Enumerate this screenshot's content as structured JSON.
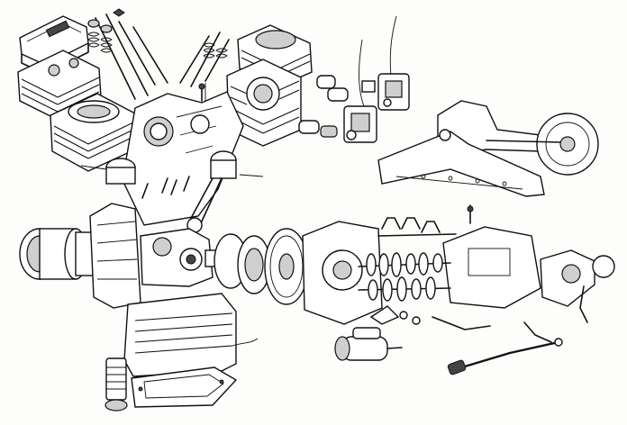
{
  "diagram": {
    "kind": "exploded-engine-drawing",
    "line_color": "#111111",
    "paper_color": "#fdfdfb",
    "parts": [
      {
        "id": "valve-cover-left",
        "icon": "valve-cover-icon"
      },
      {
        "id": "cylinder-head-left",
        "icon": "cylinder-head-icon"
      },
      {
        "id": "cylinder-barrel-left",
        "icon": "cylinder-icon"
      },
      {
        "id": "valve-train-left",
        "icon": "valve-icon"
      },
      {
        "id": "valve-train-right",
        "icon": "valve-icon"
      },
      {
        "id": "cylinder-head-right",
        "icon": "cylinder-head-icon"
      },
      {
        "id": "cylinder-barrel-right",
        "icon": "cylinder-icon"
      },
      {
        "id": "carburetor",
        "icon": "carburetor-icon"
      },
      {
        "id": "intake-manifold",
        "icon": "manifold-icon"
      },
      {
        "id": "crankcase-v-block",
        "icon": "crankcase-icon"
      },
      {
        "id": "pistons-conrods",
        "icon": "piston-icon"
      },
      {
        "id": "frame-cradle",
        "icon": "frame-icon"
      },
      {
        "id": "alternator",
        "icon": "alternator-icon"
      },
      {
        "id": "crankshaft",
        "icon": "crankshaft-icon"
      },
      {
        "id": "clutch-flywheel",
        "icon": "clutch-icon"
      },
      {
        "id": "gearbox-shafts",
        "icon": "gear-icon"
      },
      {
        "id": "gearbox-housing",
        "icon": "gearbox-icon"
      },
      {
        "id": "selector-forks",
        "icon": "fork-icon"
      },
      {
        "id": "oil-sump",
        "icon": "sump-icon"
      },
      {
        "id": "oil-filter",
        "icon": "filter-icon"
      },
      {
        "id": "starter-motor",
        "icon": "starter-icon"
      },
      {
        "id": "kick-lever",
        "icon": "lever-icon"
      },
      {
        "id": "gear-linkage",
        "icon": "linkage-icon"
      }
    ]
  }
}
